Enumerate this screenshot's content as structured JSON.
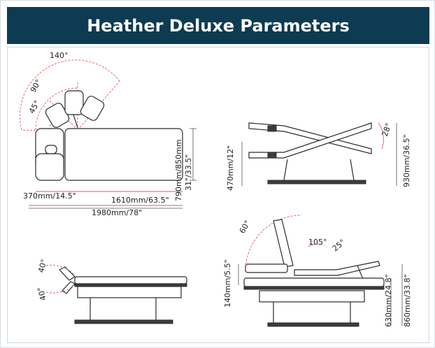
{
  "title": "Heather Deluxe Parameters",
  "top_view": {
    "angles": [
      "140°",
      "90°",
      "45°"
    ],
    "width_label_1": "790mm/850mm",
    "width_label_2": "31\"/33.5\"",
    "head_length": "370mm/14.5\"",
    "body_length": "1610mm/63.5\"",
    "total_length": "1980mm/78\""
  },
  "tilt_view": {
    "angle": "28°",
    "min_height": "470mm/12\"",
    "max_height": "930mm/36.5\""
  },
  "back_view": {
    "angles": [
      "60°",
      "105°",
      "25°"
    ],
    "lift_height": "140mm/5.5\"",
    "min_height": "630mm/24.8\"",
    "max_height": "860mm/33.8\""
  },
  "side_view": {
    "angles": [
      "40°",
      "40°"
    ]
  },
  "colors": {
    "header": "#0d3b52",
    "accent": "#e05a5a"
  }
}
